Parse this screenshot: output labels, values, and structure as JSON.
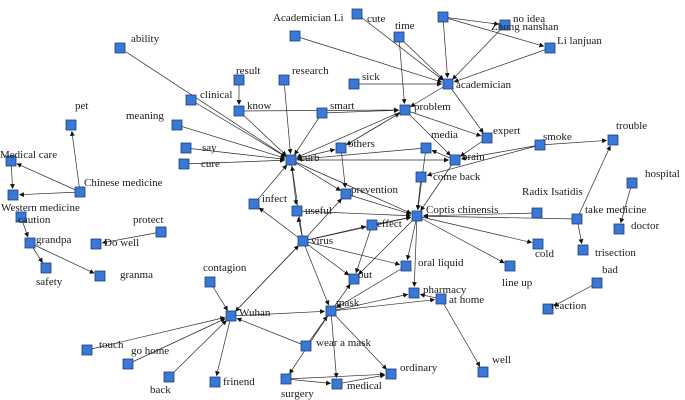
{
  "nodes": [
    {
      "id": "cute",
      "label": "cute"
    },
    {
      "id": "zhong",
      "label": "Zhong nanshan"
    },
    {
      "id": "noidea",
      "label": "no idea"
    },
    {
      "id": "acadli",
      "label": "Academician Li"
    },
    {
      "id": "time",
      "label": "time"
    },
    {
      "id": "lilanjuan",
      "label": "Li lanjuan"
    },
    {
      "id": "ability",
      "label": "ability"
    },
    {
      "id": "academician",
      "label": "academician"
    },
    {
      "id": "result",
      "label": "result"
    },
    {
      "id": "research",
      "label": "research"
    },
    {
      "id": "sick",
      "label": "sick"
    },
    {
      "id": "clinical",
      "label": "clinical"
    },
    {
      "id": "know",
      "label": "know"
    },
    {
      "id": "pet",
      "label": "pet"
    },
    {
      "id": "meaning",
      "label": "meaning"
    },
    {
      "id": "smart",
      "label": "smart"
    },
    {
      "id": "problem",
      "label": "problem"
    },
    {
      "id": "expert",
      "label": "expert"
    },
    {
      "id": "smoke",
      "label": "smoke"
    },
    {
      "id": "trouble",
      "label": "trouble"
    },
    {
      "id": "say",
      "label": "say"
    },
    {
      "id": "media",
      "label": "media"
    },
    {
      "id": "medicalcare",
      "label": "Medical care"
    },
    {
      "id": "cure",
      "label": "cure"
    },
    {
      "id": "curb",
      "label": "curb"
    },
    {
      "id": "others",
      "label": "others"
    },
    {
      "id": "brain",
      "label": "brain"
    },
    {
      "id": "chinesemed",
      "label": "Chinese medicine"
    },
    {
      "id": "comeback",
      "label": "come back"
    },
    {
      "id": "hospital",
      "label": "hospital"
    },
    {
      "id": "infect",
      "label": "infect"
    },
    {
      "id": "prevention",
      "label": "prevention"
    },
    {
      "id": "radix",
      "label": "Radix Isatidis"
    },
    {
      "id": "westernmed",
      "label": "Western medicine"
    },
    {
      "id": "useful",
      "label": "useful"
    },
    {
      "id": "coptis",
      "label": "Coptis chinensis"
    },
    {
      "id": "takemed",
      "label": "take medicine"
    },
    {
      "id": "caution",
      "label": "caution"
    },
    {
      "id": "protect",
      "label": "protect"
    },
    {
      "id": "doctor",
      "label": "doctor"
    },
    {
      "id": "grandpa",
      "label": "grandpa"
    },
    {
      "id": "effect",
      "label": "effect"
    },
    {
      "id": "dowell",
      "label": "Do well"
    },
    {
      "id": "virus",
      "label": "virus"
    },
    {
      "id": "cold",
      "label": "cold"
    },
    {
      "id": "trisection",
      "label": "trisection"
    },
    {
      "id": "oralliquid",
      "label": "oral liquid"
    },
    {
      "id": "safety",
      "label": "safety"
    },
    {
      "id": "granma",
      "label": "granma"
    },
    {
      "id": "lineup",
      "label": "line up"
    },
    {
      "id": "bad",
      "label": "bad"
    },
    {
      "id": "contagion",
      "label": "contagion"
    },
    {
      "id": "out",
      "label": "out"
    },
    {
      "id": "pharmacy",
      "label": "pharmacy"
    },
    {
      "id": "athome",
      "label": "at home"
    },
    {
      "id": "reaction",
      "label": "reaction"
    },
    {
      "id": "wuhan",
      "label": "Wuhan"
    },
    {
      "id": "mask",
      "label": "mask"
    },
    {
      "id": "touch",
      "label": "touch"
    },
    {
      "id": "gohome",
      "label": "go home"
    },
    {
      "id": "wearmask",
      "label": "wear a mask"
    },
    {
      "id": "well",
      "label": "well"
    },
    {
      "id": "back",
      "label": "back"
    },
    {
      "id": "frinend",
      "label": "frinend"
    },
    {
      "id": "ordinary",
      "label": "ordinary"
    },
    {
      "id": "medical",
      "label": "medical"
    },
    {
      "id": "surgery",
      "label": "surgery"
    }
  ],
  "edges": [
    [
      "cute",
      "academician"
    ],
    [
      "zhong",
      "academician"
    ],
    [
      "zhong",
      "noidea"
    ],
    [
      "zhong",
      "lilanjuan"
    ],
    [
      "noidea",
      "academician"
    ],
    [
      "lilanjuan",
      "academician"
    ],
    [
      "acadli",
      "academician"
    ],
    [
      "time",
      "academician"
    ],
    [
      "time",
      "problem"
    ],
    [
      "academician",
      "problem"
    ],
    [
      "sick",
      "academician"
    ],
    [
      "academician",
      "expert"
    ],
    [
      "ability",
      "curb"
    ],
    [
      "result",
      "know"
    ],
    [
      "research",
      "curb"
    ],
    [
      "clinical",
      "curb"
    ],
    [
      "know",
      "curb"
    ],
    [
      "know",
      "problem"
    ],
    [
      "meaning",
      "curb"
    ],
    [
      "smart",
      "curb"
    ],
    [
      "smart",
      "problem"
    ],
    [
      "problem",
      "curb"
    ],
    [
      "problem",
      "expert"
    ],
    [
      "problem",
      "others"
    ],
    [
      "problem",
      "brain"
    ],
    [
      "expert",
      "brain"
    ],
    [
      "smoke",
      "brain"
    ],
    [
      "smoke",
      "comeback"
    ],
    [
      "smoke",
      "trouble"
    ],
    [
      "say",
      "curb"
    ],
    [
      "cure",
      "curb"
    ],
    [
      "media",
      "curb"
    ],
    [
      "curb",
      "others"
    ],
    [
      "curb",
      "brain"
    ],
    [
      "curb",
      "prevention"
    ],
    [
      "curb",
      "coptis"
    ],
    [
      "curb",
      "useful"
    ],
    [
      "infect",
      "curb"
    ],
    [
      "chinesemed",
      "pet"
    ],
    [
      "chinesemed",
      "medicalcare"
    ],
    [
      "chinesemed",
      "westernmed"
    ],
    [
      "medicalcare",
      "westernmed"
    ],
    [
      "brain",
      "coptis"
    ],
    [
      "brain",
      "media"
    ],
    [
      "comeback",
      "coptis"
    ],
    [
      "media",
      "coptis"
    ],
    [
      "others",
      "prevention"
    ],
    [
      "others",
      "problem"
    ],
    [
      "prevention",
      "coptis"
    ],
    [
      "useful",
      "coptis"
    ],
    [
      "virus",
      "infect"
    ],
    [
      "virus",
      "useful"
    ],
    [
      "virus",
      "curb"
    ],
    [
      "virus",
      "coptis"
    ],
    [
      "virus",
      "effect"
    ],
    [
      "virus",
      "out"
    ],
    [
      "virus",
      "oralliquid"
    ],
    [
      "virus",
      "wuhan"
    ],
    [
      "virus",
      "mask"
    ],
    [
      "virus",
      "prevention"
    ],
    [
      "radix",
      "coptis"
    ],
    [
      "takemed",
      "coptis"
    ],
    [
      "takemed",
      "trouble"
    ],
    [
      "takemed",
      "trisection"
    ],
    [
      "hospital",
      "doctor"
    ],
    [
      "caution",
      "grandpa"
    ],
    [
      "grandpa",
      "safety"
    ],
    [
      "grandpa",
      "granma"
    ],
    [
      "protect",
      "dowell"
    ],
    [
      "effect",
      "coptis"
    ],
    [
      "effect",
      "out"
    ],
    [
      "coptis",
      "cold"
    ],
    [
      "coptis",
      "lineup"
    ],
    [
      "coptis",
      "oralliquid"
    ],
    [
      "coptis",
      "out"
    ],
    [
      "coptis",
      "pharmacy"
    ],
    [
      "oralliquid",
      "mask"
    ],
    [
      "mask",
      "pharmacy"
    ],
    [
      "mask",
      "athome"
    ],
    [
      "mask",
      "out"
    ],
    [
      "athome",
      "well"
    ],
    [
      "athome",
      "pharmacy"
    ],
    [
      "bad",
      "reaction"
    ],
    [
      "contagion",
      "wuhan"
    ],
    [
      "wuhan",
      "mask"
    ],
    [
      "touch",
      "wuhan"
    ],
    [
      "gohome",
      "wuhan"
    ],
    [
      "back",
      "wuhan"
    ],
    [
      "wuhan",
      "frinend"
    ],
    [
      "wearmask",
      "mask"
    ],
    [
      "wearmask",
      "wuhan"
    ],
    [
      "mask",
      "ordinary"
    ],
    [
      "mask",
      "medical"
    ],
    [
      "mask",
      "surgery"
    ],
    [
      "surgery",
      "ordinary"
    ],
    [
      "surgery",
      "medical"
    ],
    [
      "medical",
      "ordinary"
    ],
    [
      "wuhan",
      "virus"
    ]
  ]
}
